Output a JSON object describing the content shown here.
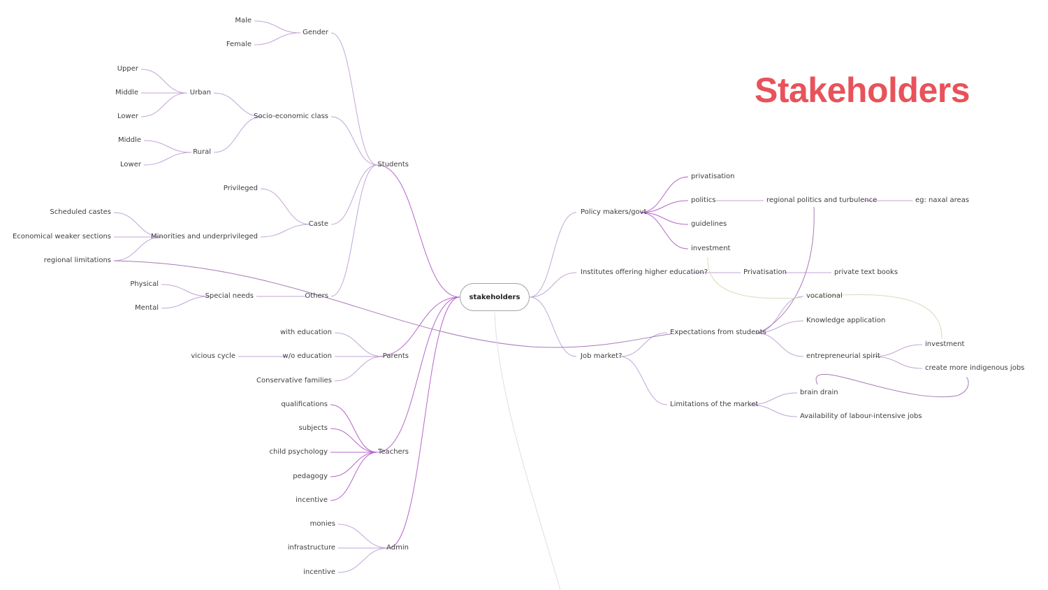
{
  "title": "Stakeholders",
  "colors": {
    "title": "#e8525a",
    "edge": "#c0a6d6",
    "edge_accent": "#b566c8",
    "edge_cross": "#a67ab8",
    "edge_green": "#d7dcba",
    "edge_faint": "#e6d9ec",
    "text": "#3d3d3d"
  },
  "root": "stakeholders",
  "labels": {
    "male": "Male",
    "female": "Female",
    "gender": "Gender",
    "upper": "Upper",
    "middle_u": "Middle",
    "lower_u": "Lower",
    "urban": "Urban",
    "socio": "Socio-economic class",
    "middle_r": "Middle",
    "lower_r": "Lower",
    "rural": "Rural",
    "students": "Students",
    "privileged": "Privileged",
    "sc": "Scheduled castes",
    "ews": "Economical weaker sections",
    "reglim": "regional limitations",
    "minorities": "Minorities and underprivileged",
    "caste": "Caste",
    "physical": "Physical",
    "mental": "Mental",
    "special": "Special needs",
    "others": "Others",
    "withedu": "with education",
    "woedu": "w/o education",
    "vicious": "vicious cycle",
    "conserv": "Conservative families",
    "parents": "Parents",
    "qual": "qualifications",
    "subj": "subjects",
    "childpsy": "child psychology",
    "pedagogy": "pedagogy",
    "incentive_t": "incentive",
    "teachers": "Teachers",
    "monies": "monies",
    "infra": "infrastructure",
    "incentive_a": "incentive",
    "admin": "Admin",
    "policy": "Policy makers/govt",
    "privatisation": "privatisation",
    "politics": "politics",
    "regpol": "regional politics and turbulence",
    "naxal": "eg: naxal areas",
    "guidelines": "guidelines",
    "investment_p": "investment",
    "institutes": "Institutes offering higher education?",
    "privatisation2": "Privatisation",
    "ptb": "private text books",
    "jobmarket": "Job market?",
    "expectations": "Expectations from students",
    "vocational": "vocational",
    "knowledge": "Knowledge application",
    "entre": "entrepreneurial spirit",
    "investment_e": "investment",
    "indigenous": "create more indigenous jobs",
    "limitations": "Limitations of the market",
    "brain": "brain drain",
    "labour": "Availability of labour-intensive jobs"
  }
}
